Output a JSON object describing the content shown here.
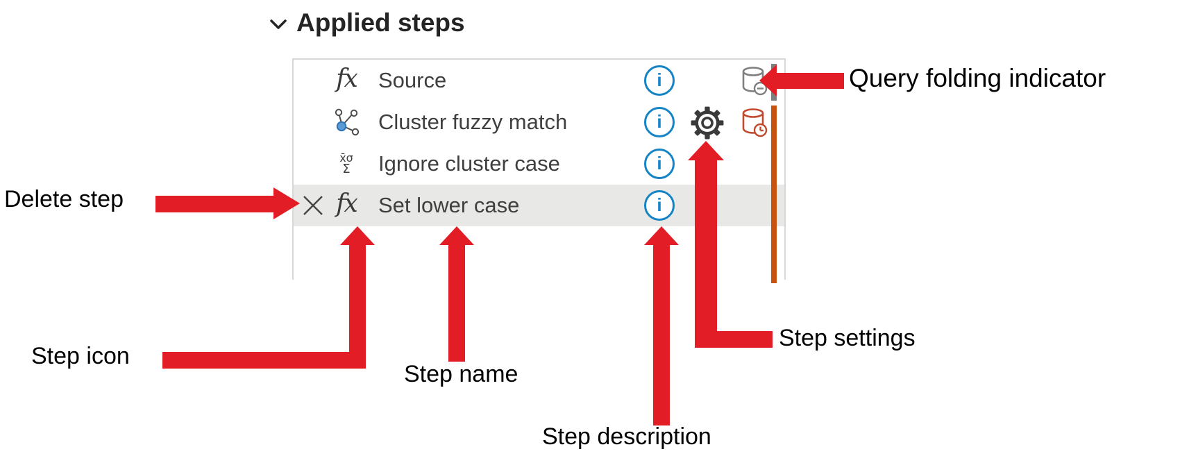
{
  "header": {
    "title": "Applied steps"
  },
  "panel": {
    "rows": [
      {
        "name": "Source",
        "icon": "fx",
        "info": true,
        "settings": false,
        "delete": false,
        "selected": false,
        "folding_icon": "database-minus-gray"
      },
      {
        "name": "Cluster fuzzy match",
        "icon": "cluster-fuzzy-match",
        "info": true,
        "settings": true,
        "delete": false,
        "selected": false,
        "folding_icon": "database-clock-red"
      },
      {
        "name": "Ignore cluster case",
        "icon": "statistics",
        "info": true,
        "settings": false,
        "delete": false,
        "selected": false,
        "folding_icon": null
      },
      {
        "name": "Set lower case",
        "icon": "fx",
        "info": true,
        "settings": false,
        "delete": true,
        "selected": true,
        "folding_icon": null
      }
    ],
    "stats_icon_top": "x̄σ",
    "stats_icon_bottom": "Σ",
    "fx_icon_glyph": "fx",
    "info_icon_glyph": "i",
    "folding_bars": [
      {
        "rows": "1",
        "color": "#7f7f7f"
      },
      {
        "rows": "2-4",
        "color": "#c6540f"
      }
    ]
  },
  "annotations": {
    "delete_step": "Delete step",
    "step_icon": "Step icon",
    "step_name": "Step name",
    "step_description": "Step description",
    "step_settings": "Step settings",
    "query_folding": "Query folding indicator"
  },
  "colors": {
    "arrow_red": "#e31d25",
    "selected_row_bg": "#e8e8e6",
    "info_blue": "#1484c7",
    "folding_gray": "#7f7f7f",
    "folding_orange": "#c6540f",
    "database_red": "#c14a2e",
    "panel_border": "#d8d8d8",
    "header_text": "#242424",
    "row_text": "#3f3f3f"
  }
}
